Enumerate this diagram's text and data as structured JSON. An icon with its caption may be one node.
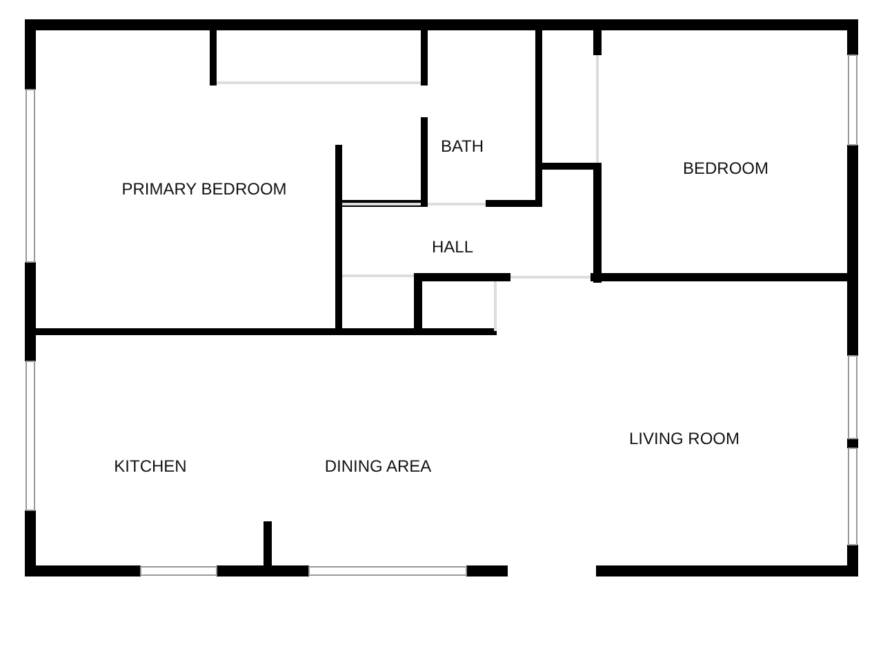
{
  "diagram": {
    "labels": [
      "PRIMARY BEDROOM",
      "BATH",
      "BEDROOM",
      "HALL",
      "KITCHEN",
      "DINING AREA",
      "LIVING ROOM"
    ]
  }
}
